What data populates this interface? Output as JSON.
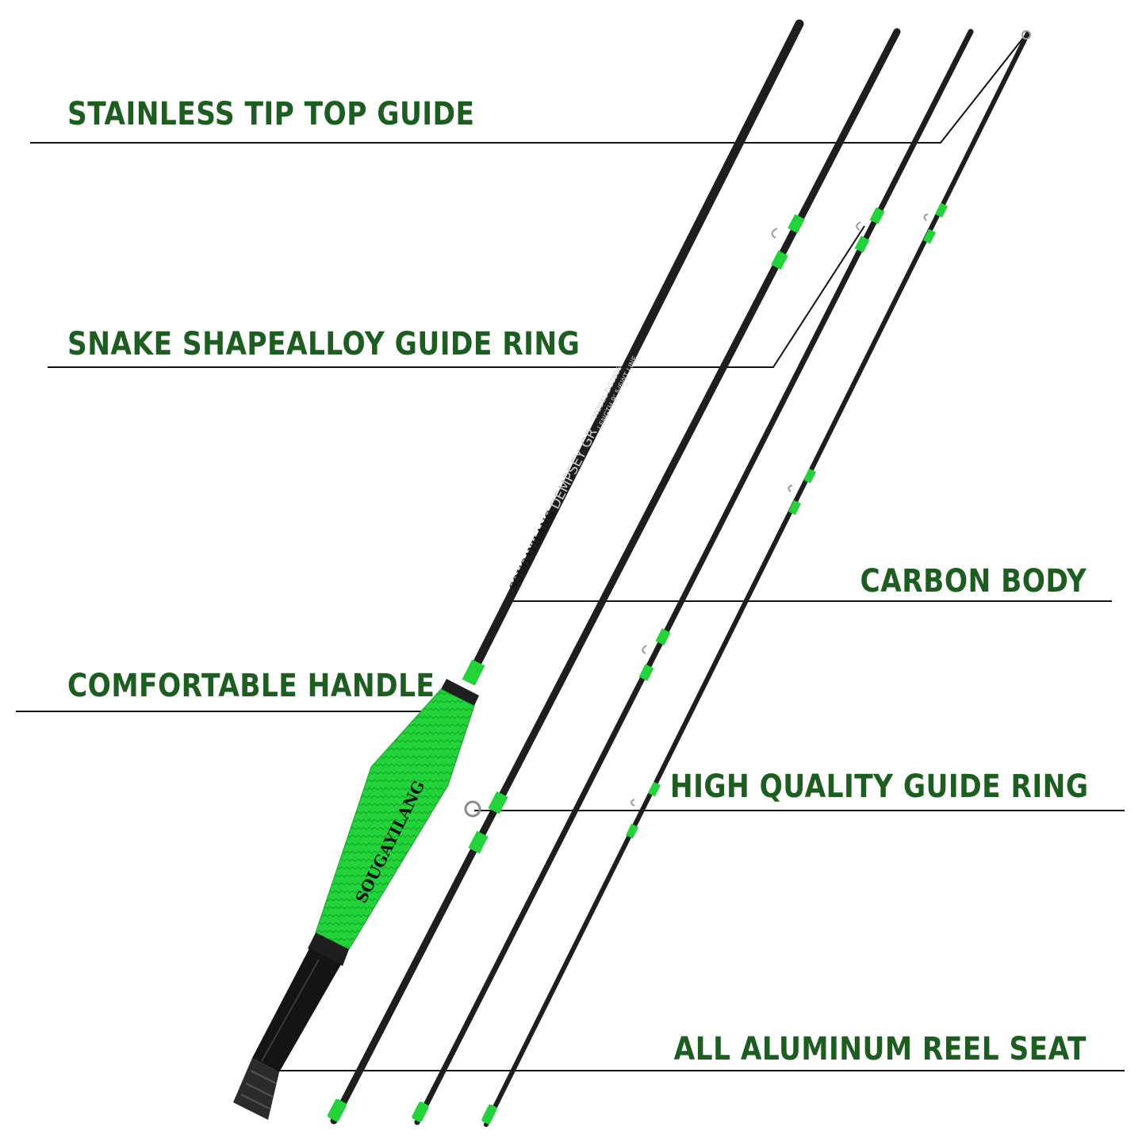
{
  "callouts": {
    "tip_top_guide": "STAINLESS TIP TOP GUIDE",
    "snake_guide": "SNAKE SHAPEALLOY GUIDE RING",
    "carbon_body": "CARBON BODY",
    "handle": "COMFORTABLE HANDLE",
    "guide_ring": "HIGH QUALITY GUIDE RING",
    "reel_seat": "ALL ALUMINUM REEL SEAT"
  },
  "rod_print": {
    "brand": "SOUGAYILANG",
    "series": "DEMPSEY GR",
    "model": "MODEL DG1906",
    "spec": "LENGTH 9' 5/6WT LINE"
  },
  "grip_logo": "SOUGAYILANG",
  "colors": {
    "label_green": "#1b5e20",
    "accent_green": "#22d43a",
    "rod_black": "#1e1e1e"
  }
}
